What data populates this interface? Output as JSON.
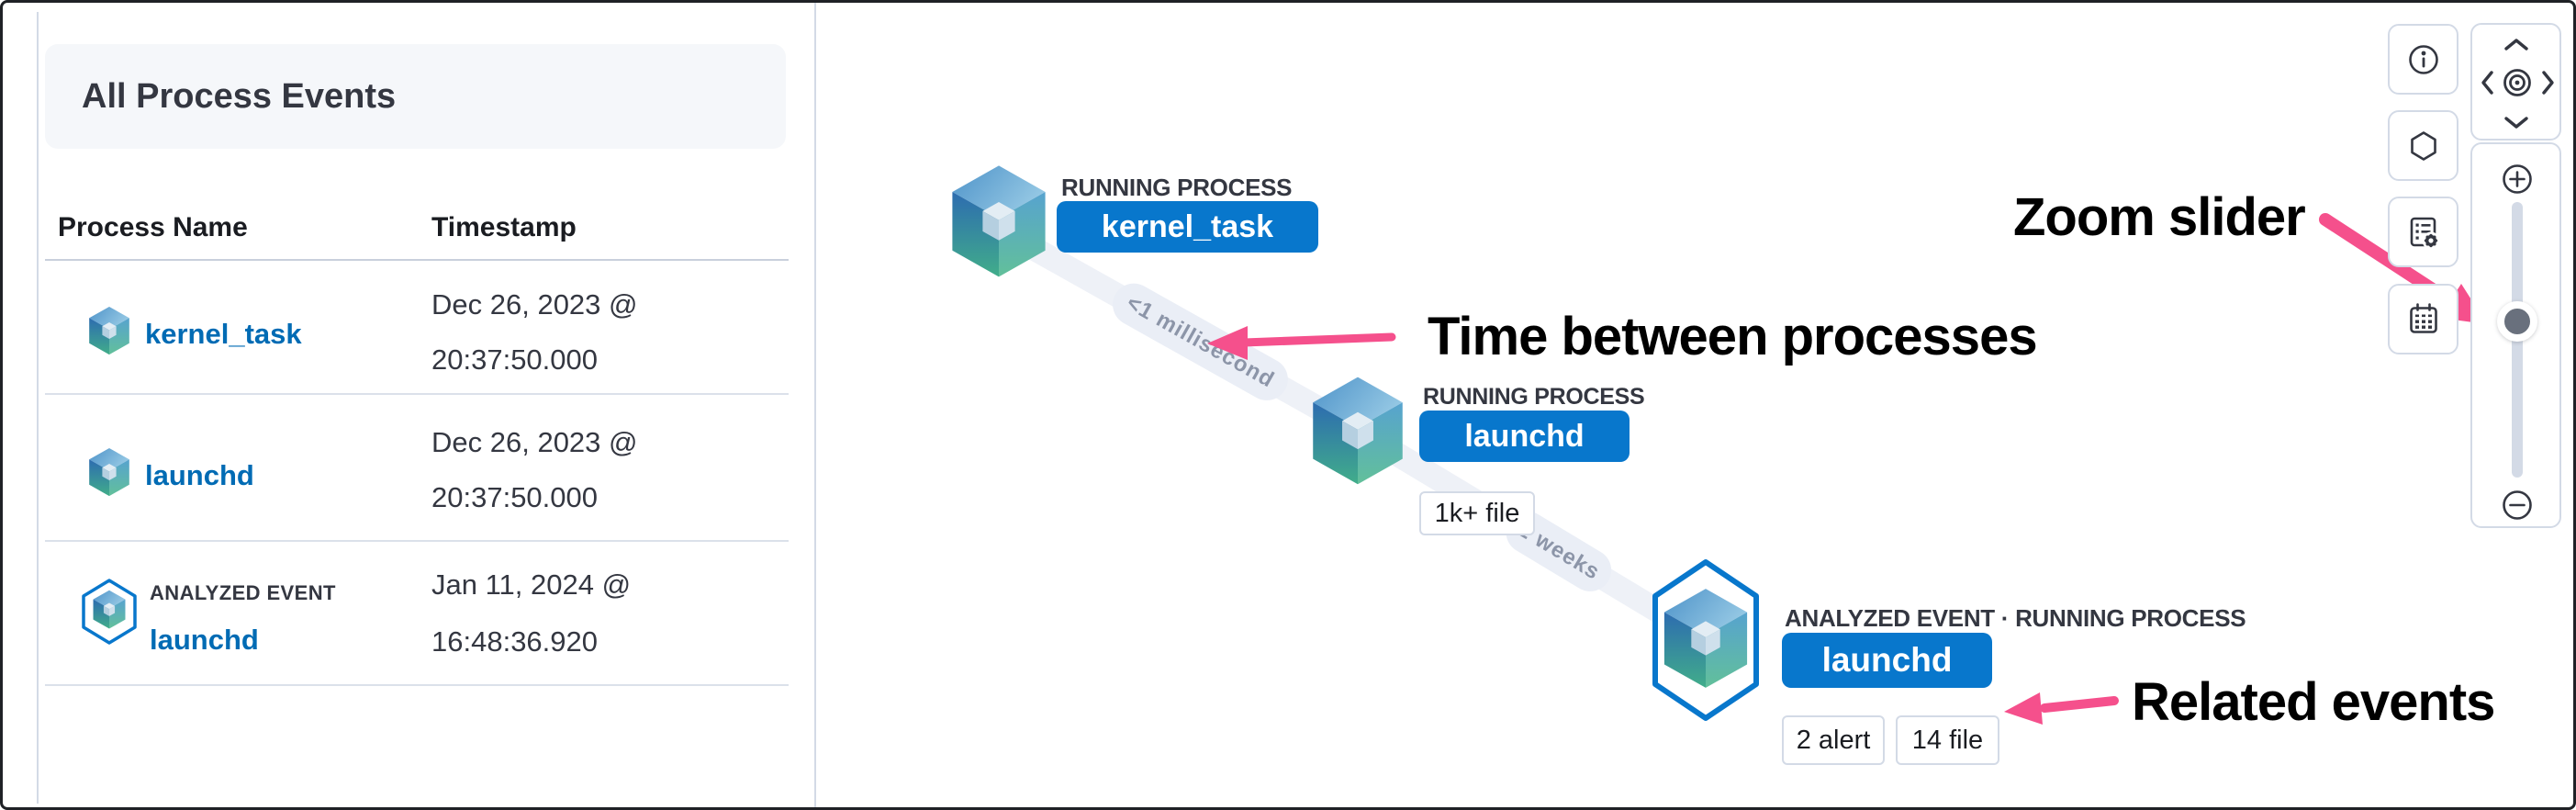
{
  "left_panel": {
    "title": "All Process Events",
    "columns": {
      "process_name": "Process Name",
      "timestamp": "Timestamp"
    },
    "rows": [
      {
        "icon": "process-cube-icon",
        "name": "kernel_task",
        "ts_line1": "Dec 26, 2023 @",
        "ts_line2": "20:37:50.000"
      },
      {
        "icon": "process-cube-icon",
        "name": "launchd",
        "ts_line1": "Dec 26, 2023 @",
        "ts_line2": "20:37:50.000"
      },
      {
        "icon": "analyzed-event-hexagon-cube-icon",
        "event_label": "ANALYZED EVENT",
        "name": "launchd",
        "ts_line1": "Jan 11, 2024 @",
        "ts_line2": "16:48:36.920"
      }
    ]
  },
  "graph": {
    "nodes": [
      {
        "type_label": "RUNNING PROCESS",
        "name": "kernel_task",
        "pills": []
      },
      {
        "type_label": "RUNNING PROCESS",
        "name": "launchd",
        "pills": [
          "1k+ file"
        ]
      },
      {
        "type_label": "ANALYZED EVENT · RUNNING PROCESS",
        "name": "launchd",
        "pills": [
          "2 alert",
          "14 file"
        ]
      }
    ],
    "edges": [
      {
        "label": "<1 millisecond"
      },
      {
        "label": "2 weeks"
      }
    ]
  },
  "annotations": {
    "time_between": "Time between processes",
    "zoom_slider": "Zoom slider",
    "related_events": "Related events"
  },
  "controls": {
    "buttons": [
      {
        "icon": "info-icon"
      },
      {
        "icon": "hexagon-icon"
      },
      {
        "icon": "schema-settings-icon"
      },
      {
        "icon": "calendar-icon"
      }
    ],
    "nav": [
      "chevron-up-icon",
      "chevron-left-icon",
      "center-target-icon",
      "chevron-right-icon",
      "chevron-down-icon"
    ],
    "zoom": [
      "zoom-in-icon",
      "zoom-out-icon"
    ]
  },
  "colors": {
    "primary_blue": "#0877cc",
    "link_blue": "#006bb4",
    "annotation_pink": "#f5508c",
    "border_gray": "#d3dae6",
    "text_dark": "#343741",
    "edge_gray": "#eef1f7"
  }
}
